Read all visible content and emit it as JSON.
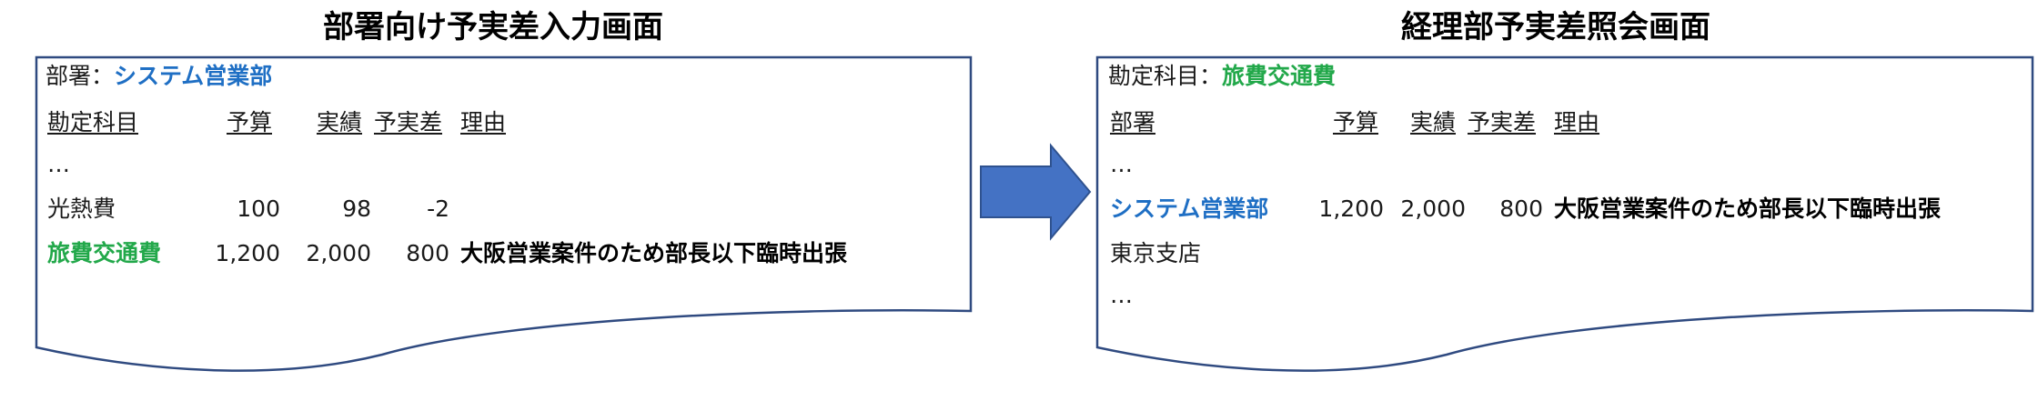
{
  "left_panel": {
    "title": "部署向け予実差入力画面",
    "dept_label": "部署：",
    "dept_value": "システム営業部",
    "headers": [
      "勘定科目",
      "予算",
      "実績",
      "予実差",
      "理由"
    ],
    "ellipsis": "…",
    "rows": [
      {
        "account": "光熱費",
        "budget": "100",
        "actual": "98",
        "diff": "-2",
        "reason": ""
      },
      {
        "account": "旅費交通費",
        "budget": "1,200",
        "actual": "2,000",
        "diff": "800",
        "reason": "大阪営業案件のため部長以下臨時出張"
      }
    ]
  },
  "right_panel": {
    "title": "経理部予実差照会画面",
    "account_label": "勘定科目：",
    "account_value": "旅費交通費",
    "headers": [
      "部署",
      "予算",
      "実績",
      "予実差",
      "理由"
    ],
    "ellipsis_top": "…",
    "rows": [
      {
        "dept": "システム営業部",
        "budget": "1,200",
        "actual": "2,000",
        "diff": "800",
        "reason": "大阪営業案件のため部長以下臨時出張"
      },
      {
        "dept": "東京支店",
        "budget": "",
        "actual": "",
        "diff": "",
        "reason": ""
      }
    ],
    "ellipsis_bottom": "…"
  },
  "colors": {
    "border": "#2f4a80",
    "arrow": "#4472c4",
    "arrow_stroke": "#2f528f",
    "dept_highlight": "#1f6fc4",
    "account_highlight": "#22a84a"
  },
  "icons": {
    "flow_arrow": "right-arrow-icon"
  }
}
